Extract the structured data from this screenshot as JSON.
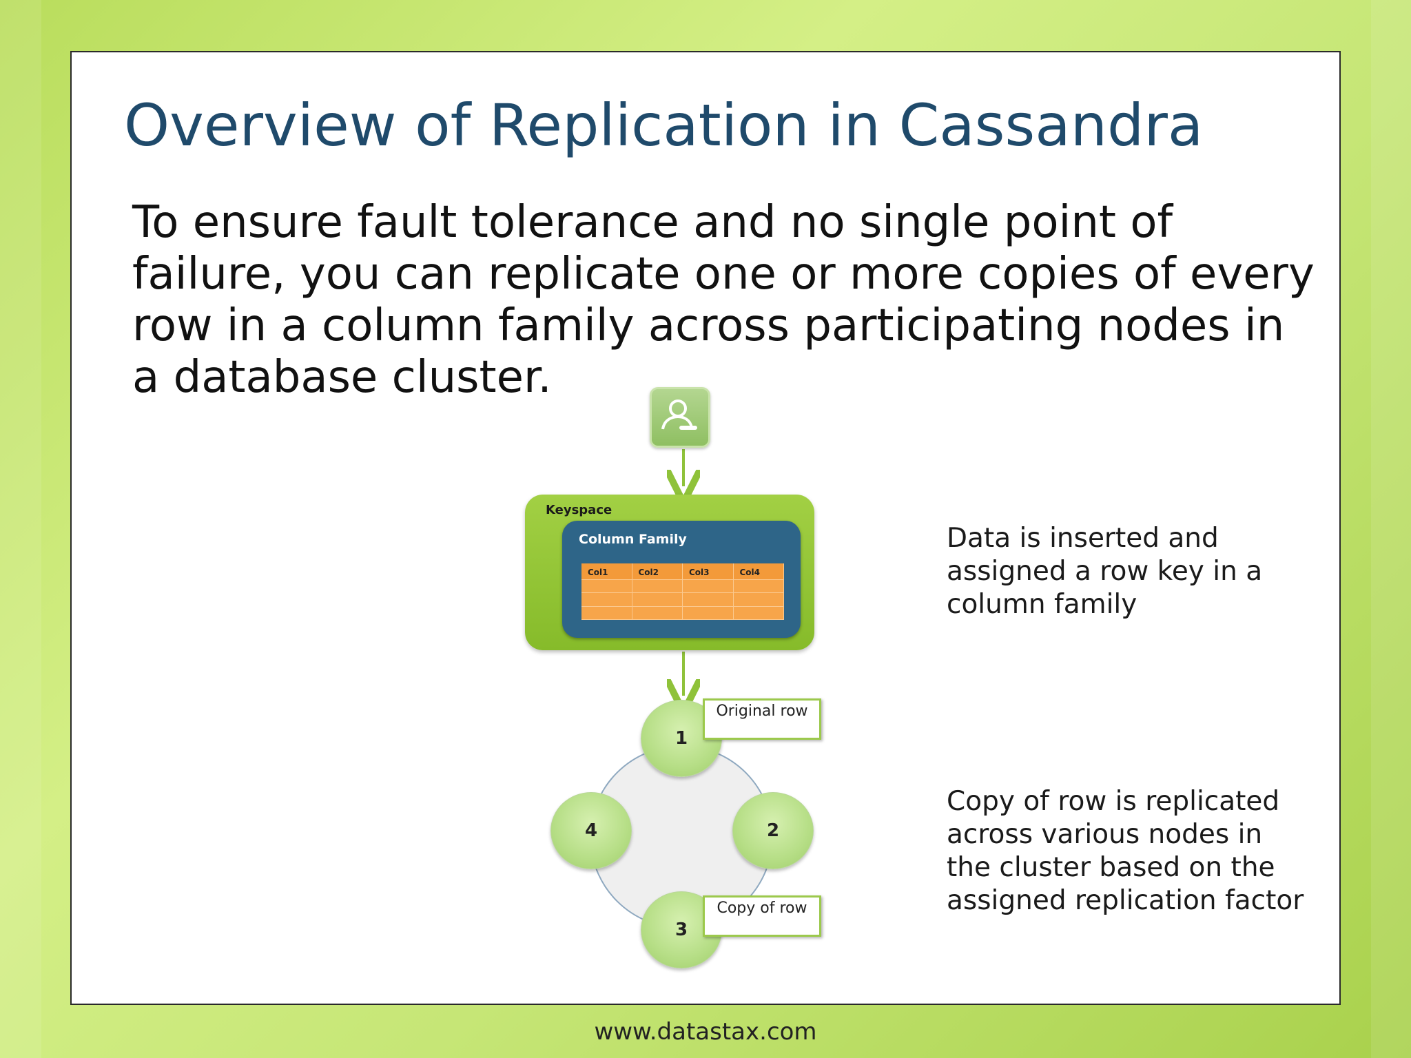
{
  "slide": {
    "title": "Overview of Replication in Cassandra",
    "body": "To ensure fault tolerance and no single point of failure, you can replicate one or more copies of every row in a column family across participating nodes in a database cluster.",
    "footer": "www.datastax.com"
  },
  "diagram": {
    "user_icon": "user-icon",
    "keyspace_label": "Keyspace",
    "column_family_label": "Column Family",
    "columns": [
      "Col1",
      "Col2",
      "Col3",
      "Col4"
    ],
    "nodes": [
      "1",
      "2",
      "3",
      "4"
    ],
    "tags": {
      "original": "Original row",
      "copy": "Copy of row"
    }
  },
  "captions": {
    "insert": "Data is inserted and assigned a row key in a column family",
    "replicate": "Copy of row is replicated across various nodes in the cluster based on the assigned replication factor"
  },
  "colors": {
    "title": "#1f4a6b",
    "accent_green": "#8fc23a",
    "column_family_blue": "#2e6588",
    "table_orange": "#f7a54a"
  }
}
